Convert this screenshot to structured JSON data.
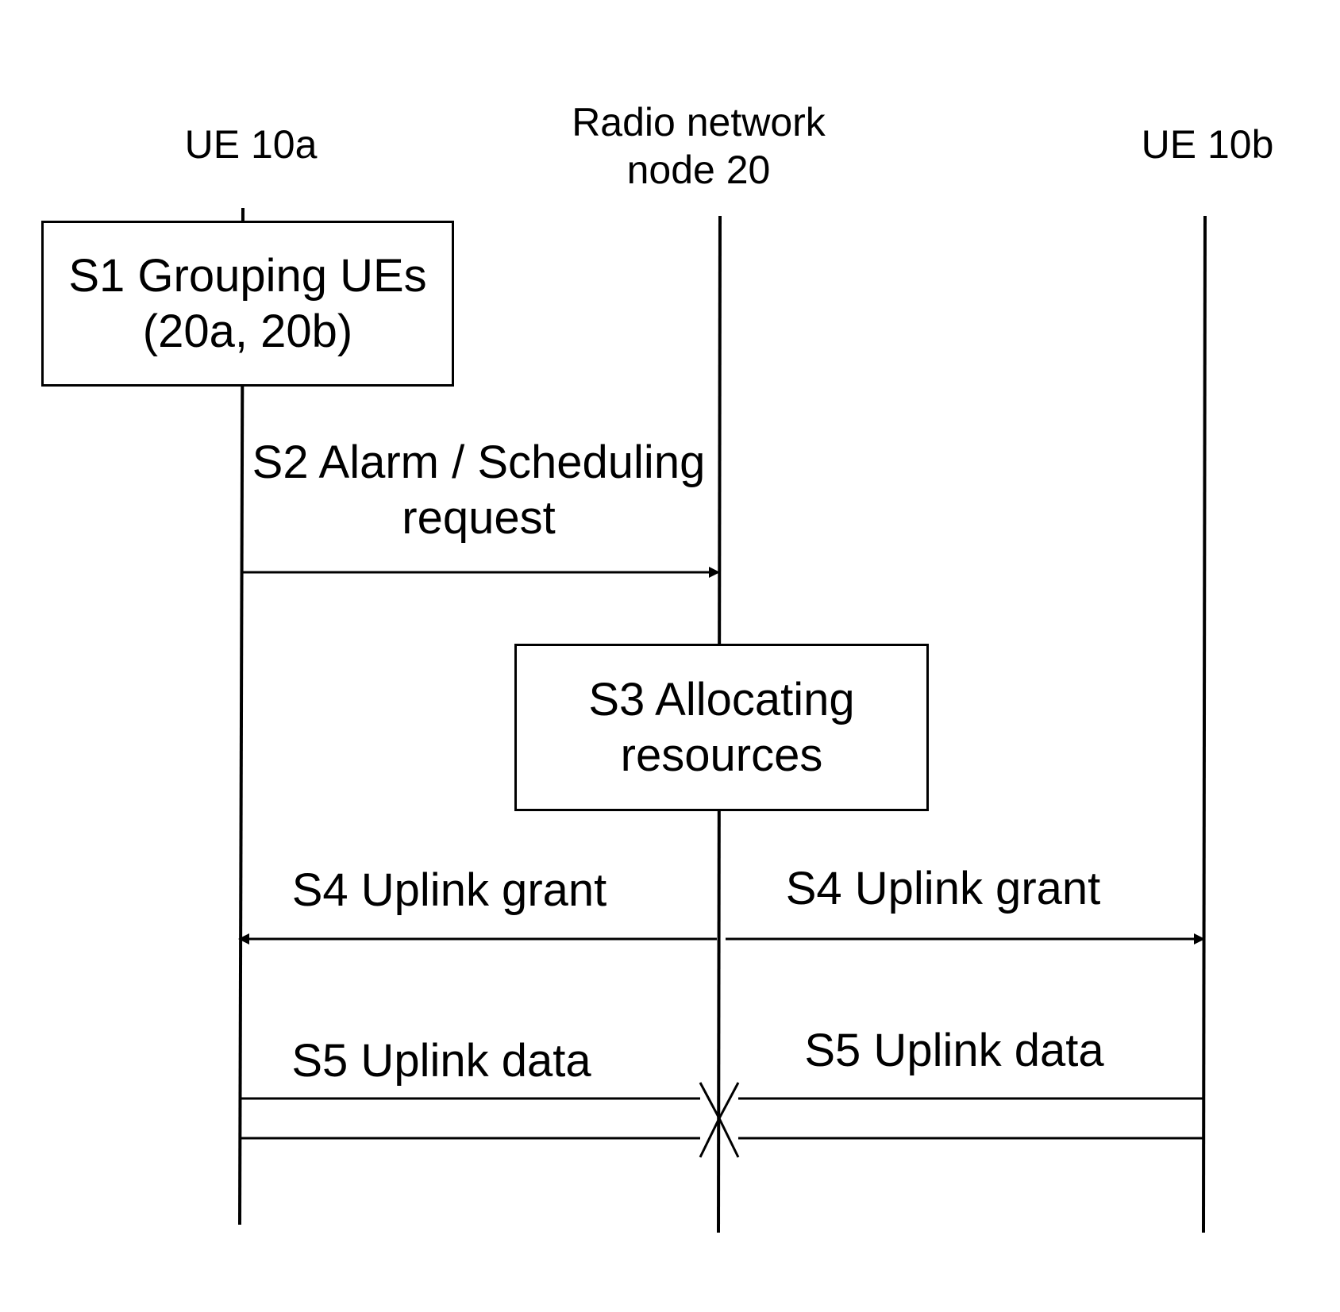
{
  "participants": {
    "ue_a": {
      "label": "UE 10a"
    },
    "node": {
      "label_line1": "Radio network",
      "label_line2": "node 20"
    },
    "ue_b": {
      "label": "UE 10b"
    }
  },
  "steps": {
    "s1": {
      "line1": "S1 Grouping UEs",
      "line2": "(20a, 20b)"
    },
    "s2": {
      "line1": "S2 Alarm / Scheduling",
      "line2": "request"
    },
    "s3": {
      "line1": "S3 Allocating",
      "line2": "resources"
    },
    "s4_left": {
      "label": "S4 Uplink grant"
    },
    "s4_right": {
      "label": "S4 Uplink grant"
    },
    "s5_left": {
      "label": "S5 Uplink data"
    },
    "s5_right": {
      "label": "S5 Uplink data"
    }
  },
  "colors": {
    "stroke": "#000000",
    "background": "#ffffff"
  }
}
